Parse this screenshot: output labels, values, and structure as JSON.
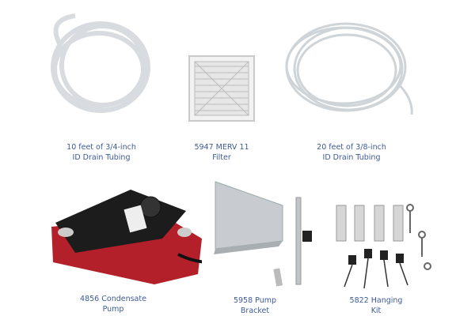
{
  "products": [
    {
      "line1": "10 feet of 3/4-inch",
      "line2": "ID Drain Tubing"
    },
    {
      "line1": "5947 MERV 11",
      "line2": "Filter"
    },
    {
      "line1": "20 feet of 3/8-inch",
      "line2": "ID Drain Tubing"
    },
    {
      "line1": "4856 Condensate",
      "line2": "Pump"
    },
    {
      "line1": "5958 Pump",
      "line2": "Bracket"
    },
    {
      "line1": "5822 Hanging",
      "line2": "Kit"
    }
  ],
  "colors": {
    "label": "#3e5a98",
    "pump_red": "#b3202a",
    "pump_body": "#1c1c1c"
  }
}
